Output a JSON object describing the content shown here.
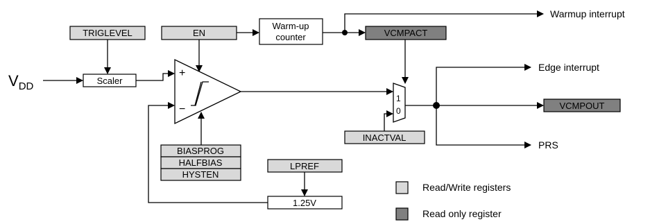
{
  "input": {
    "v_main": "V",
    "v_sub": "DD"
  },
  "blocks": {
    "scaler": "Scaler",
    "warmup_line1": "Warm-up",
    "warmup_line2": "counter",
    "ref_voltage": "1.25V",
    "comparator_plus": "+",
    "comparator_minus": "−",
    "mux_1": "1",
    "mux_0": "0"
  },
  "registers": {
    "triglevel": "TRIGLEVEL",
    "en": "EN",
    "vcmpact": "VCMPACT",
    "biasprog": "BIASPROG",
    "halfbias": "HALFBIAS",
    "hysten": "HYSTEN",
    "lpref": "LPREF",
    "inactval": "INACTVAL",
    "vcmpout": "VCMPOUT"
  },
  "outputs": {
    "warmup_interrupt": "Warmup interrupt",
    "edge_interrupt": "Edge interrupt",
    "prs": "PRS"
  },
  "legend": {
    "rw": "Read/Write registers",
    "ro": "Read only register"
  },
  "colors": {
    "rw_fill": "#d9d9d9",
    "ro_fill": "#808080",
    "line": "#000000"
  }
}
